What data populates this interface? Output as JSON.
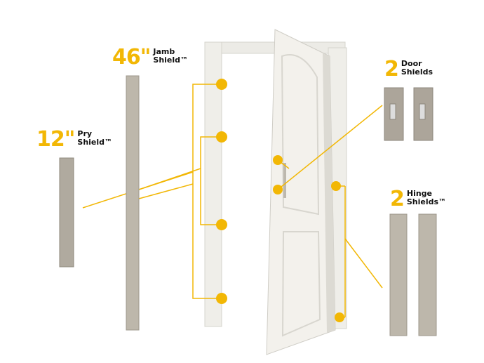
{
  "labels": {
    "jamb": {
      "size": "46\"",
      "name_line1": "Jamb",
      "name_line2": "Shield™"
    },
    "pry": {
      "size": "12\"",
      "name_line1": "Pry",
      "name_line2": "Shield™"
    },
    "door": {
      "count": "2",
      "name_line1": "Door",
      "name_line2": "Shields"
    },
    "hinge": {
      "count": "2",
      "name_line1": "Hinge",
      "name_line2": "Shields™"
    }
  },
  "colors": {
    "accent": "#f2b705",
    "metal": "#b9b2a6",
    "door": "#f1efe9"
  }
}
